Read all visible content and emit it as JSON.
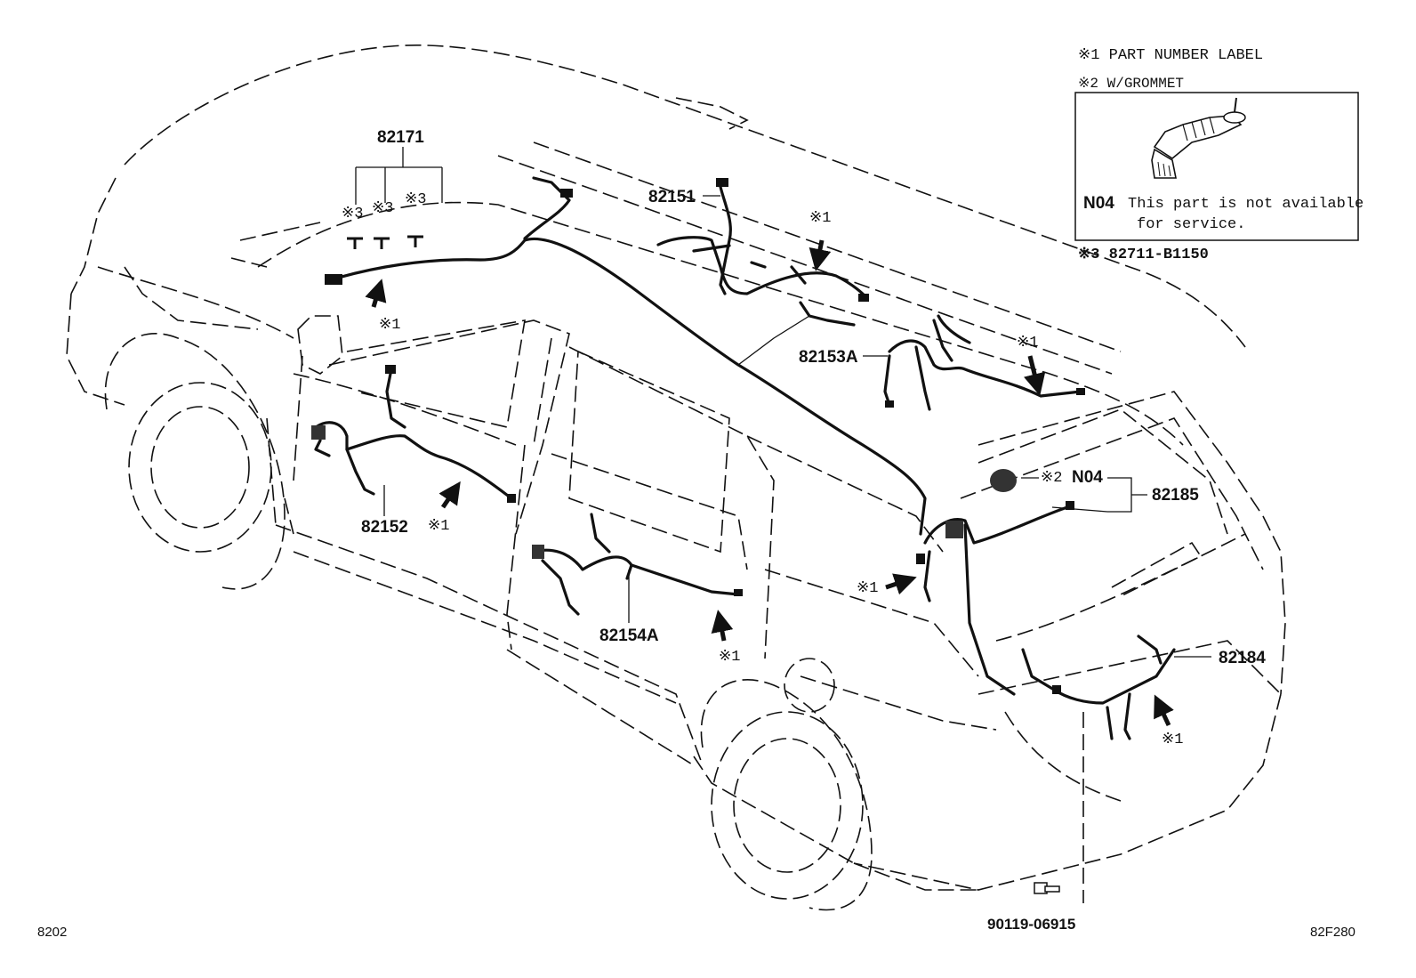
{
  "legend": {
    "note1": "※1 PART NUMBER LABEL",
    "note2": "※2 W/GROMMET",
    "note3": "※3 82711-B1150",
    "inset_code": "N04",
    "inset_text_line1": "This part is not available",
    "inset_text_line2": "for service."
  },
  "callouts": {
    "p82171": "82171",
    "p82151": "82151",
    "p82153A": "82153A",
    "p82152": "82152",
    "p82154A": "82154A",
    "p82185": "82185",
    "pN04": "N04",
    "p82184": "82184",
    "p90119": "90119-06915"
  },
  "markers": {
    "label1": "※1",
    "label2": "※2",
    "label3": "※3"
  },
  "footer": {
    "left_ref": "8202",
    "right_ref": "82F280"
  }
}
